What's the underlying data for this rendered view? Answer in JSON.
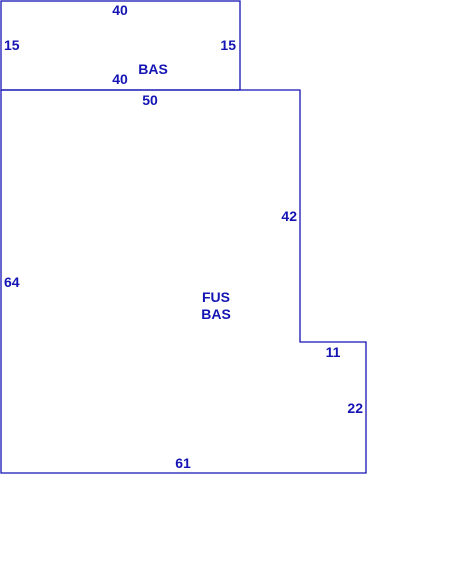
{
  "sketch": {
    "top_section": {
      "label": "BAS",
      "dims": {
        "top": "40",
        "left": "15",
        "right": "15",
        "bottom": "40"
      }
    },
    "main_section": {
      "label_line1": "FUS",
      "label_line2": "BAS",
      "dims": {
        "top": "50",
        "upper_right": "42",
        "left": "64",
        "step": "11",
        "lower_right": "22",
        "bottom": "61"
      }
    },
    "colors": {
      "line": "#1414b4",
      "text": "#1414b4"
    }
  }
}
